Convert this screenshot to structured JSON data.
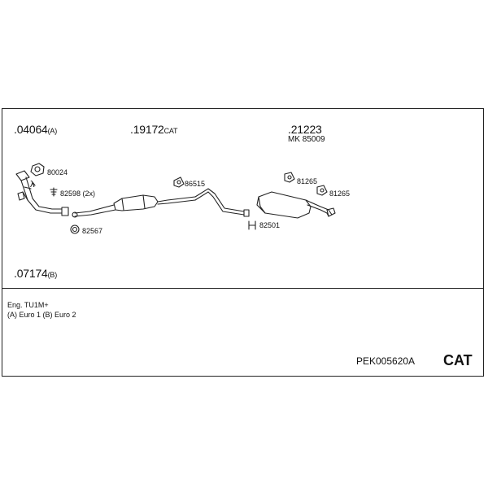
{
  "parts": {
    "p04064": {
      "number": ".04064",
      "suffix": "(A)"
    },
    "p19172": {
      "number": ".19172",
      "suffix": "CAT"
    },
    "p21223": {
      "number": ".21223",
      "suffix": ""
    },
    "p21223_sub": "MK 85009",
    "p07174": {
      "number": ".07174",
      "suffix": "(B)"
    }
  },
  "labels": {
    "l80024": "80024",
    "lambda": "λ",
    "l82598": "82598 (2x)",
    "l82567": "82567",
    "l86515": "86515",
    "l81265a": "81265",
    "l81265b": "81265",
    "l82501": "82501"
  },
  "notes": {
    "engine": "Eng. TU1M+",
    "euro": "(A) Euro 1 (B) Euro 2"
  },
  "footer": {
    "code": "PEK005620A",
    "type": "CAT"
  }
}
